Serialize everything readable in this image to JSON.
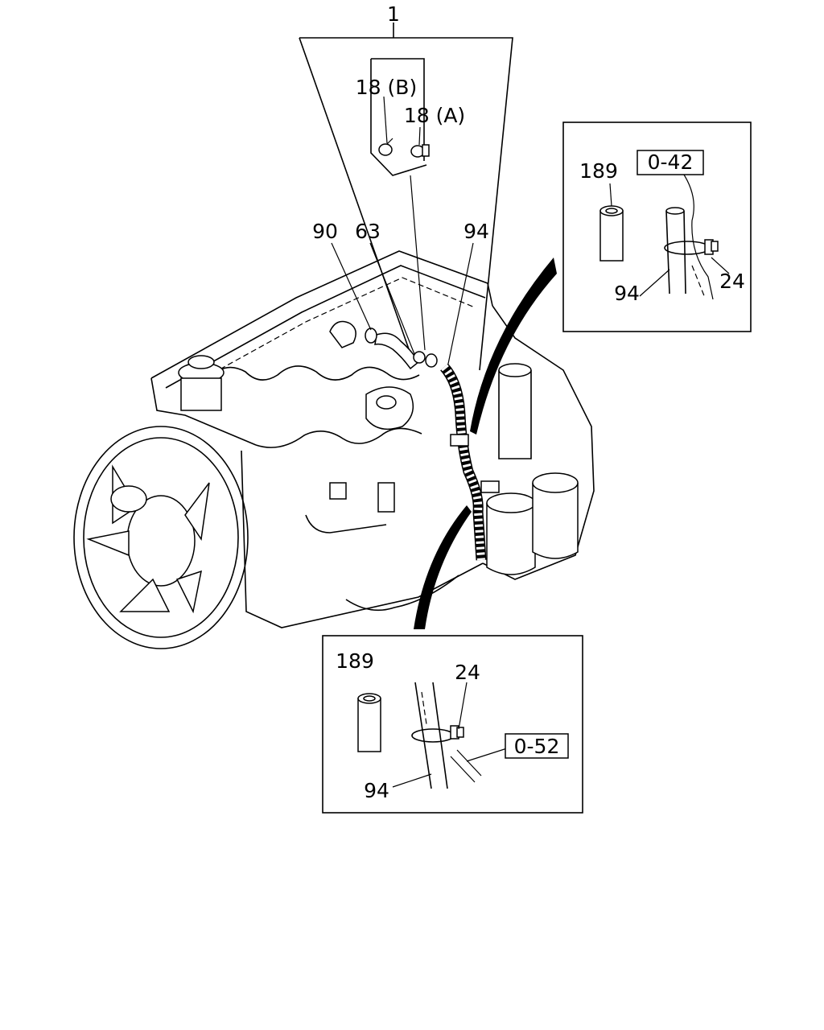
{
  "labels": {
    "assembly": "1",
    "clip_b": "18 (B)",
    "clip_a": "18 (A)",
    "p90": "90",
    "p63": "63",
    "p94_main": "94",
    "detail_top": {
      "p189": "189",
      "ref": "0-42",
      "p94": "94",
      "p24": "24"
    },
    "detail_bottom": {
      "p189": "189",
      "ref": "0-52",
      "p94": "94",
      "p24": "24"
    }
  }
}
